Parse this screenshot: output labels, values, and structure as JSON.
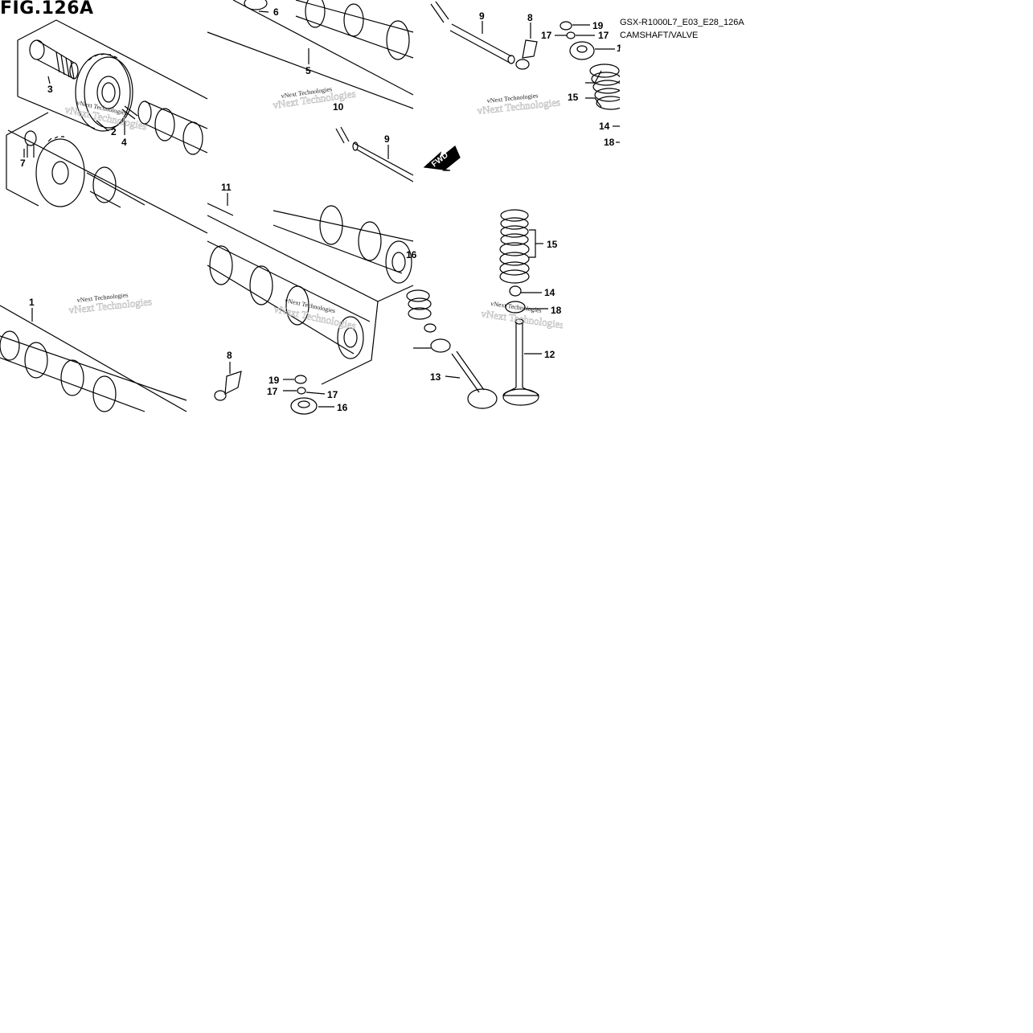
{
  "header": {
    "figure_title": "FIG.126A",
    "model_code": "GSX-R1000L7_E03_E28_126A",
    "section_name": "CAMSHAFT/VALVE"
  },
  "watermark": "vNext Technologies",
  "direction_label": "FWD",
  "callouts": {
    "c1": "1",
    "c2": "2",
    "c3": "3",
    "c4": "4",
    "c5": "5",
    "c6": "6",
    "c7": "7",
    "c8a": "8",
    "c8b": "8",
    "c9a": "9",
    "c9b": "9",
    "c10": "10",
    "c11": "11",
    "c12": "12",
    "c13": "13",
    "c14a": "14",
    "c14b": "14",
    "c15a": "15",
    "c15b": "15",
    "c16a": "16",
    "c16b": "16",
    "c16c": "1",
    "c17a": "17",
    "c17b": "17",
    "c17c": "17",
    "c17d": "17",
    "c18a": "18",
    "c18b": "18",
    "c19a": "19",
    "c19b": "19"
  }
}
